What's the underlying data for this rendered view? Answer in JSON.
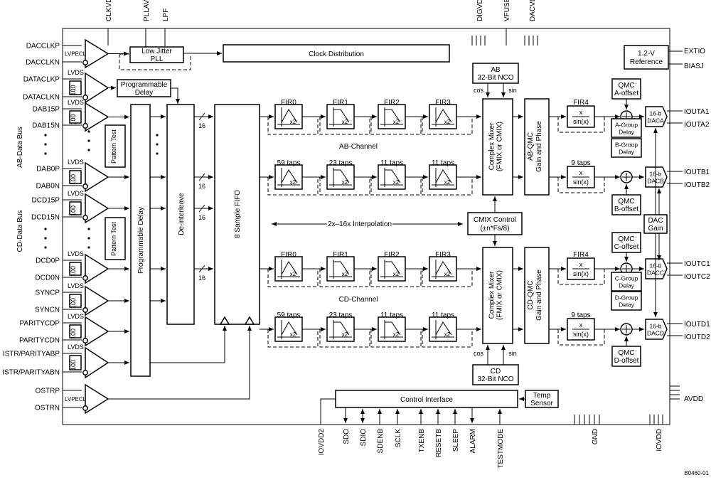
{
  "labels": {
    "top_pins": [
      "CLKVDD",
      "PLLAVDD",
      "LPF",
      "DIGVDD",
      "VFUSE",
      "DACVDD"
    ],
    "bottom_pins": [
      "IOVDD2",
      "SDO",
      "SDIO",
      "SDENB",
      "SCLK",
      "TXENB",
      "RESETB",
      "SLEEP",
      "ALARM",
      "TESTMODE",
      "GND",
      "IOVDD"
    ],
    "left_pins": [
      "DACCLKP",
      "DACCLKN",
      "DATACLKP",
      "DATACLKN",
      "DAB15P",
      "DAB15N",
      "DAB0P",
      "DAB0N",
      "DCD15P",
      "DCD15N",
      "DCD0P",
      "DCD0N",
      "SYNCP",
      "SYNCN",
      "PARITYCDP",
      "PARITYCDN",
      "ISTR/PARITYABP",
      "ISTR/PARITYABN",
      "OSTRP",
      "OSTRN"
    ],
    "right_pins": [
      "EXTIO",
      "BIASJ",
      "IOUTA1",
      "IOUTA2",
      "IOUTB1",
      "IOUTB2",
      "IOUTC1",
      "IOUTC2",
      "IOUTD1",
      "IOUTD2",
      "AVDD"
    ],
    "bus_labels": [
      "AB-Data Bus",
      "CD-Data Bus"
    ],
    "lvpecl": "LVPECL",
    "lvds": "LVDS",
    "buf100": "100",
    "low_jitter_pll": [
      "Low Jitter",
      "PLL"
    ],
    "clock_distribution": "Clock Distribution",
    "programmable_delay_small": [
      "Programmable",
      "Delay"
    ],
    "pattern_test": "Pattern Test",
    "programmable_delay": "Programmable Delay",
    "deinterleave": "De-interleave",
    "fifo": "8 Sample FIFO",
    "bus_width": "16",
    "fir_names": [
      "FIR0",
      "FIR1",
      "FIR2",
      "FIR3"
    ],
    "tap_counts": [
      "59 taps",
      "23 taps",
      "11 taps",
      "11 taps"
    ],
    "x2": "x2",
    "ab_channel": "AB-Channel",
    "cd_channel": "CD-Channel",
    "interpolation": "2x–16x Interpolation",
    "nco_ab": [
      "AB",
      "32-Bit NCO"
    ],
    "nco_cd": [
      "CD",
      "32-Bit NCO"
    ],
    "cos": "cos",
    "sin": "sin",
    "mixer": [
      "Complex Mixer",
      "(FMIX or CMIX)"
    ],
    "cmix_control": [
      "CMIX Control",
      "(±n*Fs/8)"
    ],
    "ab_qmc": [
      "AB-QMC",
      "Gain and Phase"
    ],
    "cd_qmc": [
      "CD-QMC",
      "Gain and Phase"
    ],
    "fir4": "FIR4",
    "fir4_taps": "9 taps",
    "sinc": [
      "x",
      "sin(x)"
    ],
    "qmc_offsets": [
      [
        "QMC",
        "A-offset"
      ],
      [
        "QMC",
        "B-offset"
      ],
      [
        "QMC",
        "C-offset"
      ],
      [
        "QMC",
        "D-offset"
      ]
    ],
    "group_delays": [
      [
        "A-Group",
        "Delay"
      ],
      [
        "B-Group",
        "Delay"
      ],
      [
        "C-Group",
        "Delay"
      ],
      [
        "D-Group",
        "Delay"
      ]
    ],
    "dacs": [
      [
        "16-b",
        "DACA"
      ],
      [
        "16-b",
        "DACB"
      ],
      [
        "16-b",
        "DACC"
      ],
      [
        "16-b",
        "DACD"
      ]
    ],
    "reference": [
      "1.2-V",
      "Reference"
    ],
    "dac_gain": [
      "DAC",
      "Gain"
    ],
    "control_interface": "Control Interface",
    "temp_sensor": [
      "Temp",
      "Sensor"
    ],
    "figure_id": "B0460-01"
  }
}
